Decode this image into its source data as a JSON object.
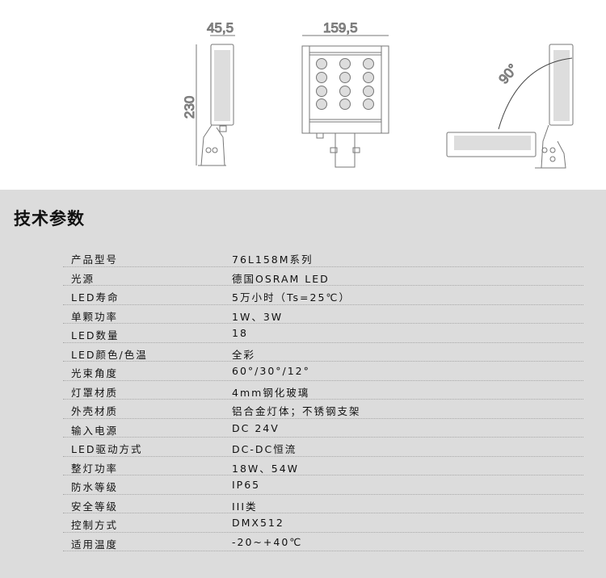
{
  "drawings": {
    "side_width_dim": "45,5",
    "front_width_dim": "159,5",
    "height_dim": "230",
    "rotation_angle": "90°"
  },
  "specs": {
    "title": "技术参数",
    "rows": [
      {
        "label": "产品型号",
        "value": "76L158M系列"
      },
      {
        "label": "光源",
        "value": "德国OSRAM LED"
      },
      {
        "label": "LED寿命",
        "value": "5万小时（Ts=25℃）"
      },
      {
        "label": "单颗功率",
        "value": "1W、3W"
      },
      {
        "label": "LED数量",
        "value": "18"
      },
      {
        "label": "LED颜色/色温",
        "value": "全彩"
      },
      {
        "label": "光束角度",
        "value": "60°/30°/12°"
      },
      {
        "label": "灯罩材质",
        "value": "4mm钢化玻璃"
      },
      {
        "label": "外壳材质",
        "value": "铝合金灯体；不锈钢支架"
      },
      {
        "label": "输入电源",
        "value": "DC 24V"
      },
      {
        "label": "LED驱动方式",
        "value": "DC-DC恒流"
      },
      {
        "label": "整灯功率",
        "value": "18W、54W"
      },
      {
        "label": "防水等级",
        "value": "IP65"
      },
      {
        "label": "安全等级",
        "value": "III类"
      },
      {
        "label": "控制方式",
        "value": "DMX512"
      },
      {
        "label": "适用温度",
        "value": "-20~+40℃"
      }
    ]
  }
}
